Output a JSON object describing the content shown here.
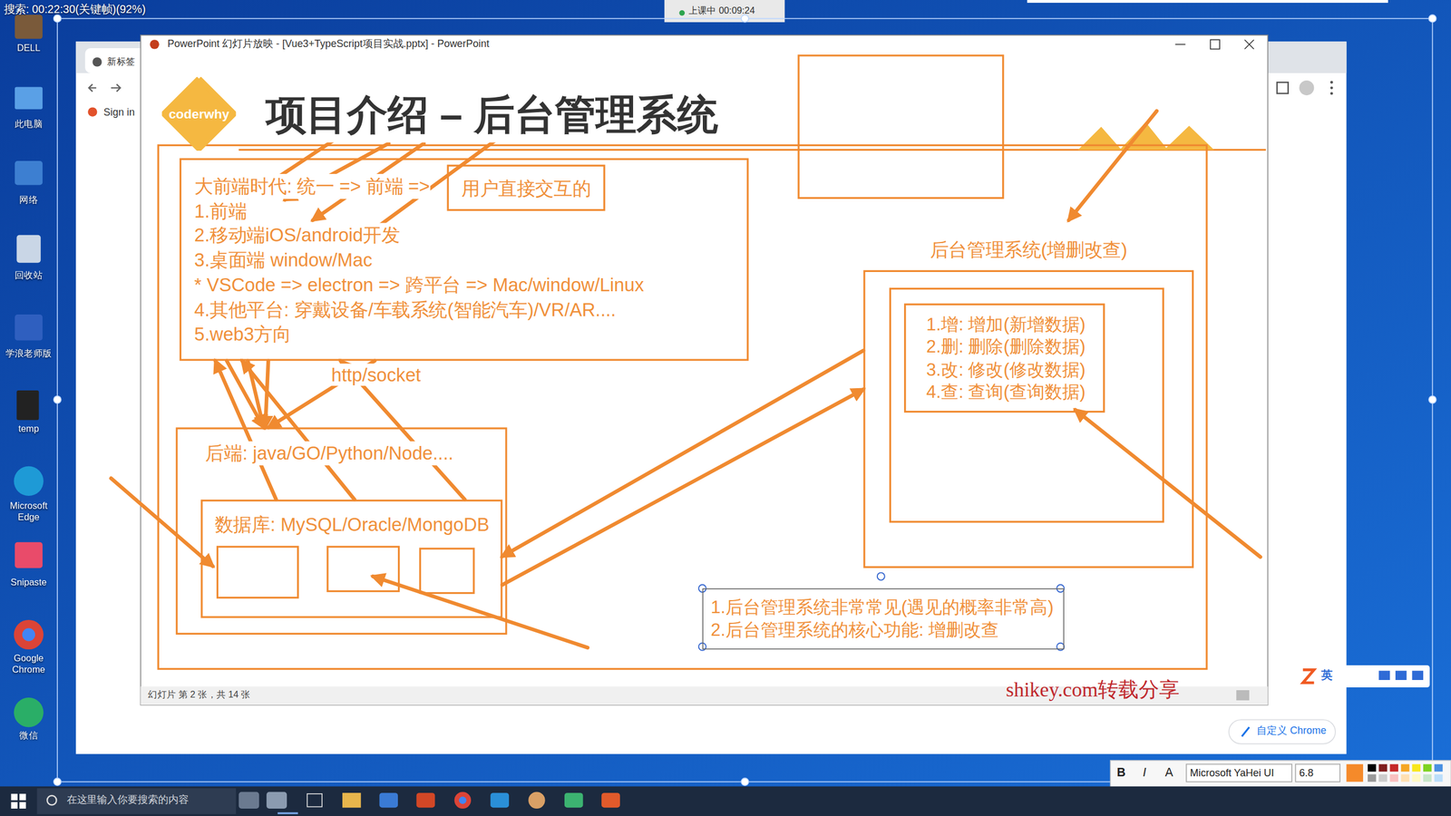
{
  "diagram": {
    "title": "项目介绍 – 后台管理系统",
    "nodes": [
      {
        "text": [
          "coderwhy"
        ]
      },
      {
        "text": [
          "大前端时代: 统一 => 前端 =>",
          "1.前端",
          "2.移动端iOS/android开发",
          "3.桌面端 window/Mac",
          "* VSCode => electron => 跨平台 => Mac/window/Linux",
          "4.其他平台: 穿戴设备/车载系统(智能汽车)/VR/AR....",
          "5.web3方向"
        ]
      },
      {
        "text": [
          "用户直接交互的"
        ],
        "in": 1
      },
      {
        "text": [
          "后端: java/GO/Python/Node...."
        ]
      },
      {
        "text": [
          "数据库: MySQL/Oracle/MongoDB"
        ],
        "in": 3
      },
      {
        "text": [
          "后台管理系统(增删改查)"
        ]
      },
      {
        "text": [
          "1.增: 增加(新增数据)",
          "2.删: 删除(删除数据)",
          "3.改: 修改(修改数据)",
          "4.查: 查询(查询数据)"
        ],
        "in": 5
      },
      {
        "text": [
          "1.后台管理系统非常常见(遇见的概率非常高)",
          "2.后台管理系统的核心功能: 增删改查"
        ]
      }
    ],
    "edges": [
      {
        "from": 1,
        "to": 3,
        "arrow": "to"
      },
      {
        "from": 1,
        "to": 3,
        "arrow": "to"
      },
      {
        "from": 1,
        "to": 3,
        "arrow": "to"
      },
      {
        "from": 1,
        "to": 3,
        "arrow": "to"
      },
      {
        "from": 4,
        "to": 1,
        "arrow": "to"
      },
      {
        "from": 4,
        "to": 1,
        "arrow": "to"
      },
      {
        "from": 4,
        "to": 1,
        "arrow": "to"
      },
      {
        "from": 4,
        "to": 5,
        "arrow": "to"
      },
      {
        "from": 5,
        "to": 4,
        "arrow": "to"
      }
    ],
    "labels": [
      "搜索: 00:22:30(关键帧)(92%)",
      "上课中 00:09:24",
      "DELL",
      "此电脑",
      "网络",
      "回收站",
      "学浪老师版",
      "temp",
      "Microsoft Edge",
      "Snipaste",
      "Google Chrome",
      "微信",
      "新标签",
      "Sign in",
      "PowerPoint 幻灯片放映 - [Vue3+TypeScript项目实战.pptx] - PowerPoint",
      "http/socket",
      "幻灯片 第 2 张，共 14 张",
      "shikey.com转载分享",
      "英",
      "自定义 Chrome",
      "B",
      "I",
      "A",
      "Microsoft YaHei UI",
      "6.8",
      "在这里输入你要搜索的内容"
    ]
  }
}
